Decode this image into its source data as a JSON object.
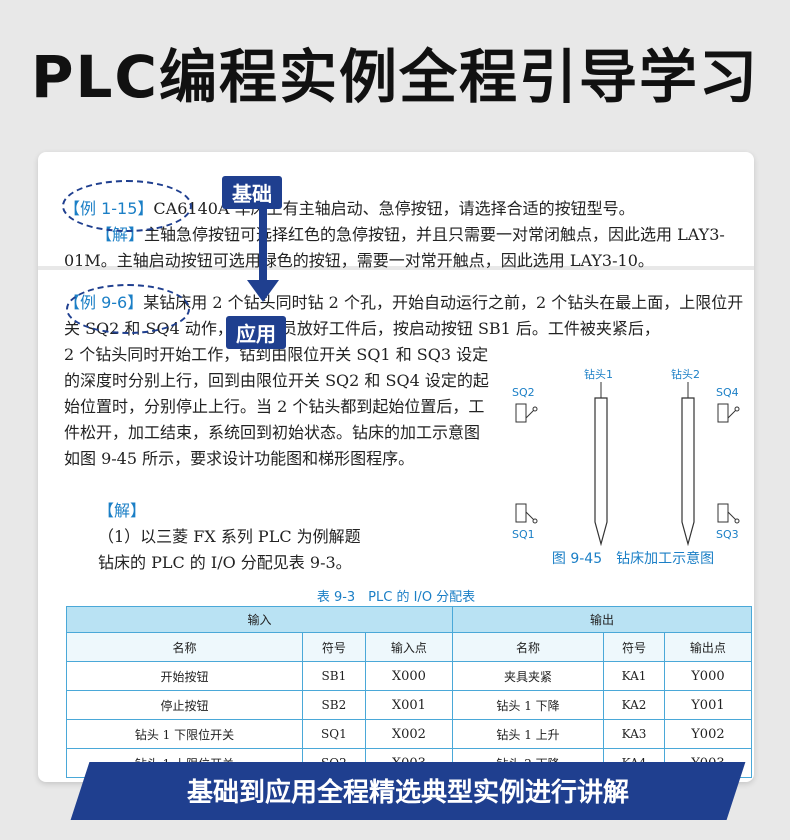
{
  "headline": "PLC编程实例全程引导学习",
  "tags": {
    "basic": "基础",
    "applied": "应用"
  },
  "example1": {
    "label": "【例 1-15】",
    "text": "CA6140A 车床上有主轴启动、急停按钮，请选择合适的按钮型号。",
    "answer_label": "【解】",
    "answer_text": "主轴急停按钮可选择红色的急停按钮，并且只需要一对常闭触点，因此选用 LAY3-01M。主轴启动按钮可选用绿色的按钮，需要一对常开触点，因此选用 LAY3-10。"
  },
  "example2": {
    "label": "【例 9-6】",
    "text_head": "某钻床用 2 个钻头同时钻 2 个孔，开始自动运行之前，2 个钻头在最上面，上限位开关 SQ2 和 SQ4 动作，操作人员放好工件后，按启动按钮 SB1 后。工件被夹紧后，",
    "text_body": "2 个钻头同时开始工作，钻到由限位开关 SQ1 和 SQ3 设定的深度时分别上行，回到由限位开关 SQ2 和 SQ4 设定的起始位置时，分别停止上行。当 2 个钻头都到起始位置后，工件松开，加工结束，系统回到初始状态。钻床的加工示意图如图 9-45 所示，要求设计功能图和梯形图程序。",
    "solution_label": "【解】",
    "solution_line1": "（1）以三菱 FX 系列 PLC 为例解题",
    "solution_line2": "钻床的 PLC 的 I/O 分配见表 9-3。"
  },
  "diagram": {
    "drill1": "钻头1",
    "drill2": "钻头2",
    "sq1": "SQ1",
    "sq2": "SQ2",
    "sq3": "SQ3",
    "sq4": "SQ4",
    "caption": "图 9-45　钻床加工示意图"
  },
  "table": {
    "title": "表 9-3　PLC 的 I/O 分配表",
    "group_input": "输入",
    "group_output": "输出",
    "headers": [
      "名称",
      "符号",
      "输入点",
      "名称",
      "符号",
      "输出点"
    ],
    "rows": [
      [
        "开始按钮",
        "SB1",
        "X000",
        "夹具夹紧",
        "KA1",
        "Y000"
      ],
      [
        "停止按钮",
        "SB2",
        "X001",
        "钻头 1 下降",
        "KA2",
        "Y001"
      ],
      [
        "钻头 1 下限位开关",
        "SQ1",
        "X002",
        "钻头 1 上升",
        "KA3",
        "Y002"
      ],
      [
        "钻头 1 上限位开关",
        "SQ2",
        "X003",
        "钻头 2 下降",
        "KA4",
        "Y003"
      ]
    ]
  },
  "banner": "基础到应用全程精选典型实例进行讲解",
  "colors": {
    "accent": "#1f3f8f",
    "blue_text": "#1b7fc6",
    "table_header": "#b9e2f3"
  }
}
